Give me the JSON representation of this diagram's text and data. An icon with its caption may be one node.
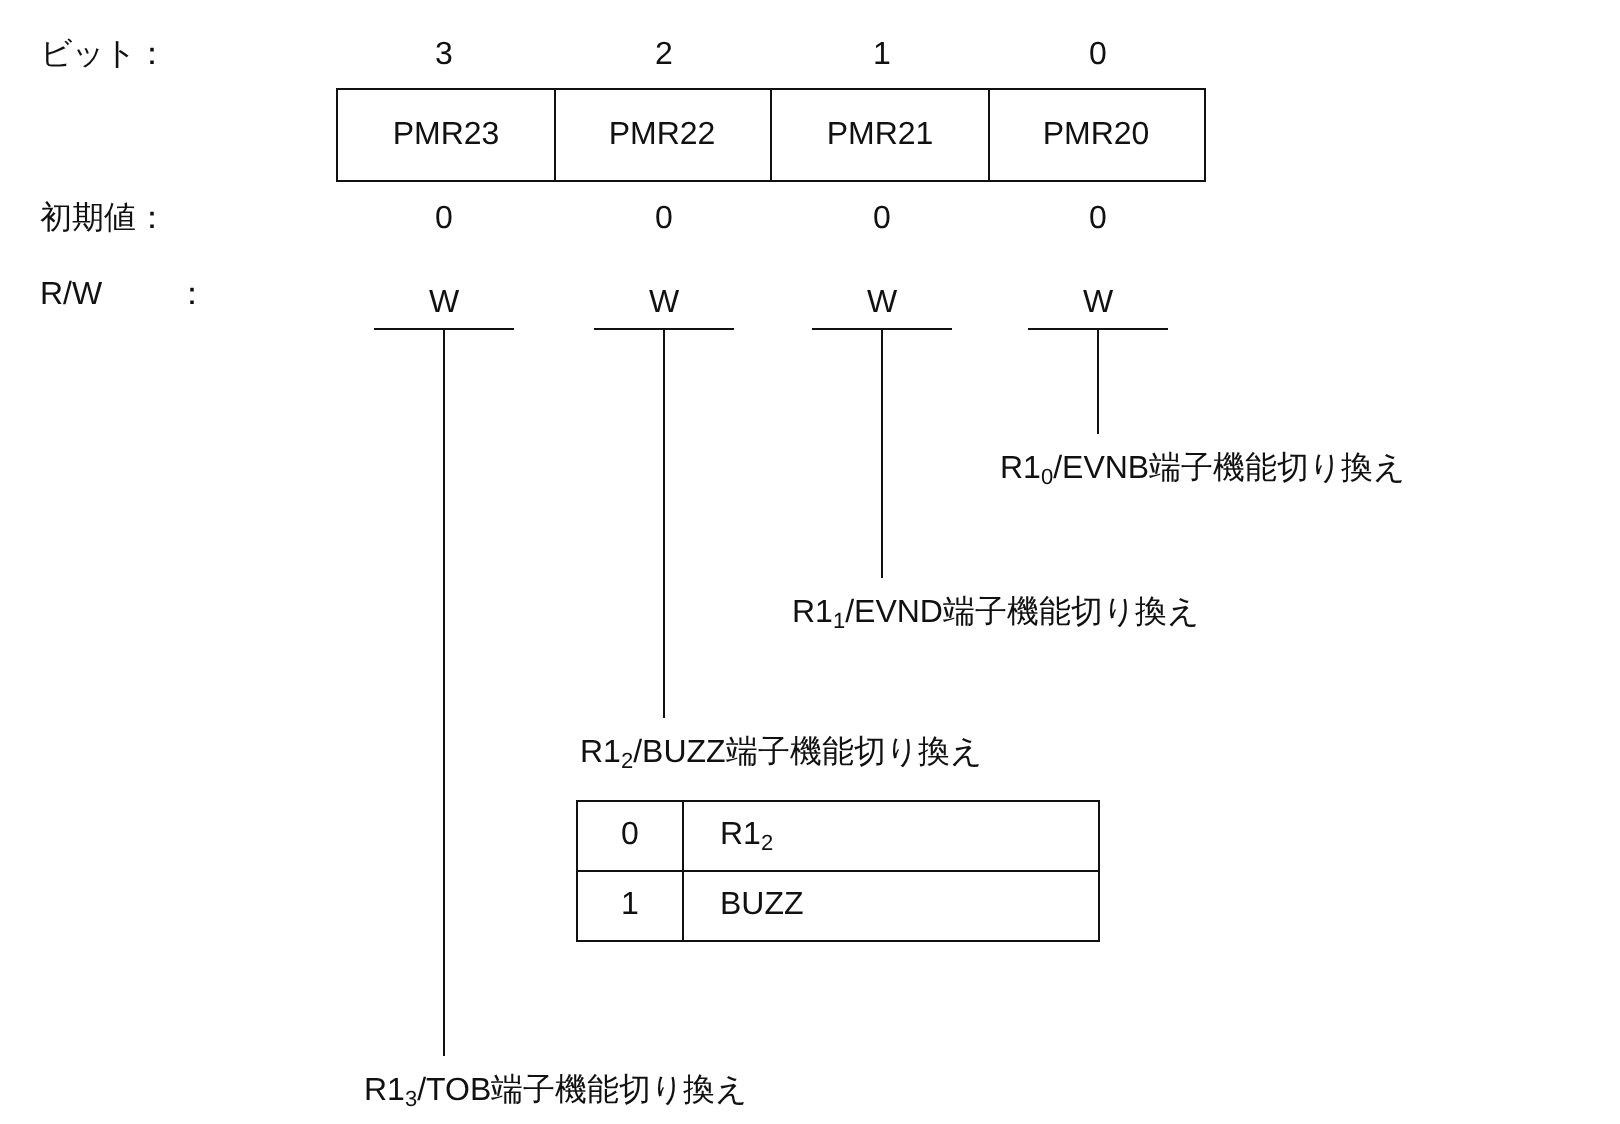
{
  "diagram": {
    "nodes": [
      {
        "text": [
          "PMR23"
        ]
      },
      {
        "text": [
          "PMR22"
        ]
      },
      {
        "text": [
          "PMR21"
        ]
      },
      {
        "text": [
          "PMR20"
        ]
      },
      {
        "text": [
          "W"
        ]
      },
      {
        "text": [
          "W"
        ]
      },
      {
        "text": [
          "W"
        ]
      },
      {
        "text": [
          "W"
        ]
      },
      {
        "text": [
          "R1$_{0}$/EVNB端子機能切り換え"
        ]
      },
      {
        "text": [
          "R1$_{1}$/EVND端子機能切り換え"
        ]
      },
      {
        "text": [
          "R1$_{2}$/BUZZ端子機能切り換え"
        ]
      },
      {
        "text": [
          "R1$_{3}$/TOB端子機能切り換え"
        ]
      }
    ],
    "edges": [
      {
        "from": 7,
        "to": 8,
        "arrow": "none"
      },
      {
        "from": 6,
        "to": 9,
        "arrow": "none"
      },
      {
        "from": 5,
        "to": 10,
        "arrow": "none"
      },
      {
        "from": 4,
        "to": 11,
        "arrow": "none"
      }
    ],
    "labels": [
      "ビット：",
      "3",
      "2",
      "1",
      "0",
      "初期値：",
      "0",
      "0",
      "0",
      "0",
      "R/W",
      "：",
      "0",
      "R1$_{2}$",
      "1",
      "BUZZ"
    ]
  }
}
